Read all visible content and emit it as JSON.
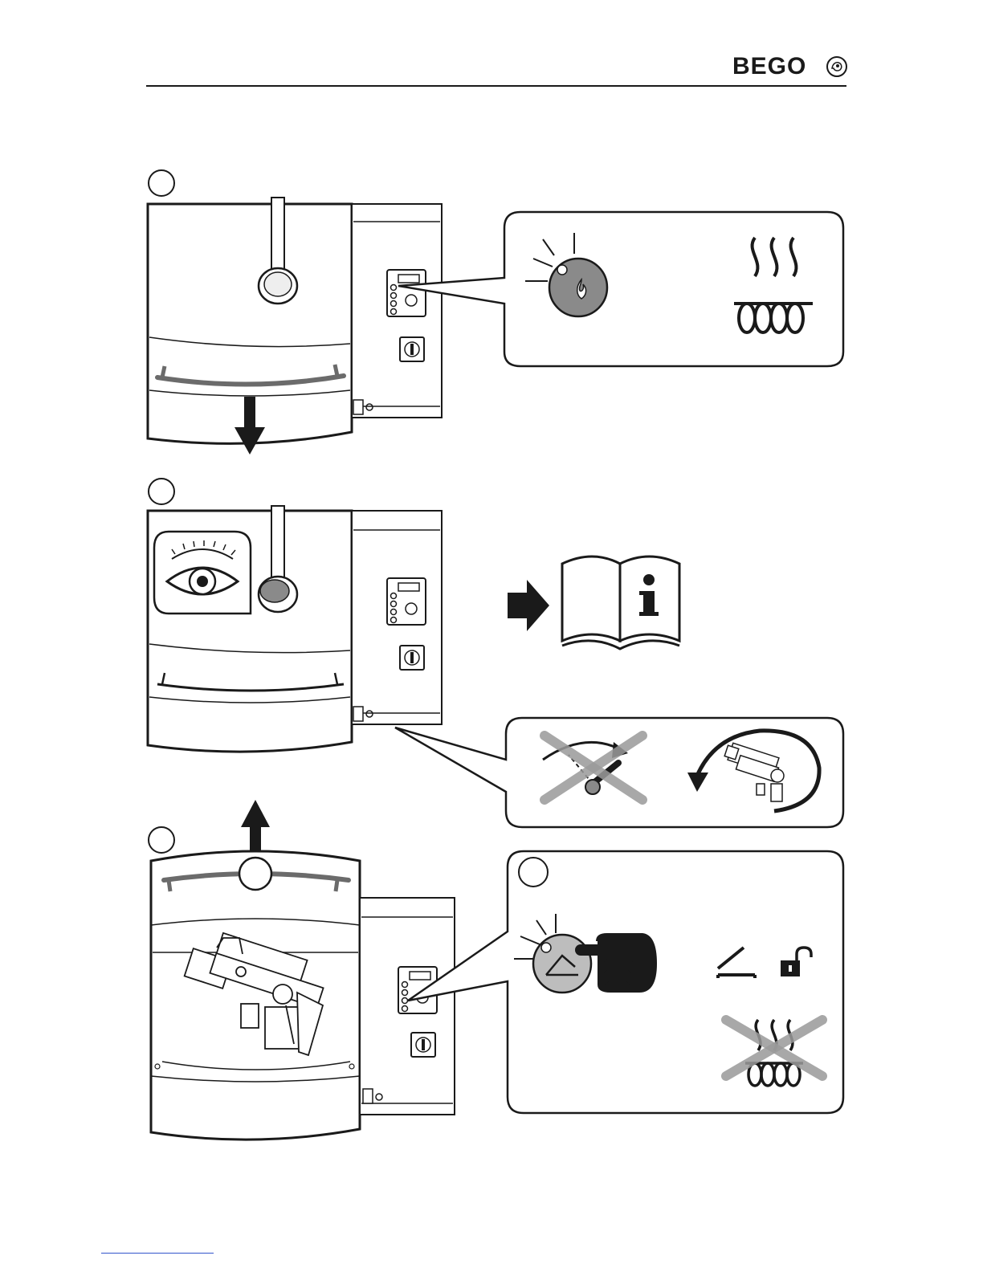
{
  "header": {
    "brand": "BEGO",
    "brand_mark": "bego-seal-icon"
  },
  "steps": [
    {
      "id": "step-1",
      "panel": "ignition-heating-callout",
      "icons": [
        "indicator-light-icon",
        "flame-icon",
        "heating-coil-icon",
        "down-arrow-icon"
      ]
    },
    {
      "id": "step-2",
      "panel": "inspection-manual-callout",
      "icons": [
        "eye-icon",
        "arrow-right-icon",
        "manual-info-icon",
        "crossed-out-lever-icon",
        "rotate-arrow-icon"
      ]
    },
    {
      "id": "step-3",
      "panel": "unlock-callout",
      "icons": [
        "up-arrow-icon",
        "open-lid-icon",
        "hand-press-icon",
        "lid-open-icon",
        "unlock-padlock-icon",
        "crossed-out-heating-icon"
      ]
    }
  ],
  "colors": {
    "line": "#1a1a1a",
    "gray_fill": "#8a8a8a",
    "cross": "#9a9a9a",
    "handle": "#6b6b6b",
    "link": "#3355cc"
  }
}
